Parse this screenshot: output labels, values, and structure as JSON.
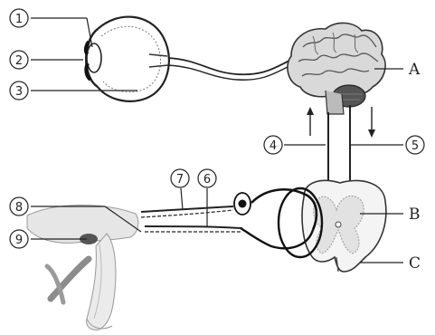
{
  "labels": {
    "n1": "1",
    "n2": "2",
    "n3": "3",
    "n4": "4",
    "n5": "5",
    "n6": "6",
    "n7": "7",
    "n8": "8",
    "n9": "9",
    "A": "A",
    "B": "B",
    "C": "C"
  }
}
